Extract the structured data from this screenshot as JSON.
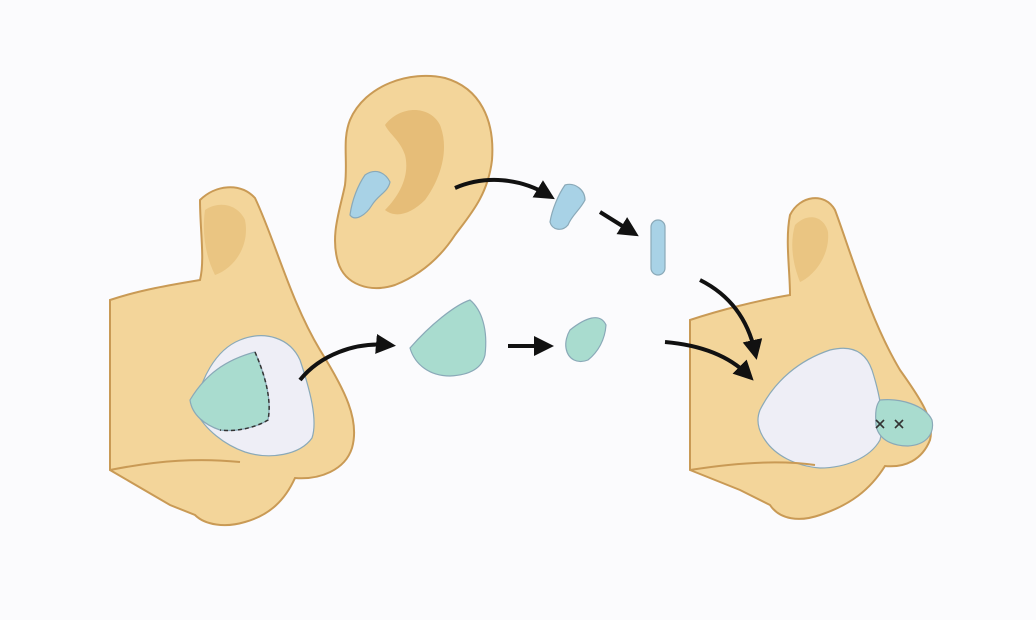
{
  "diagram": {
    "title": "",
    "colors": {
      "background": "#fbfbfd",
      "skin": "#f3d59a",
      "skin_shadow": "#e6bd78",
      "skin_outline": "#c99a55",
      "cartilage_blue": "#a8d2e6",
      "cartilage_green": "#a9dccf",
      "implant_white": "#eeeef6",
      "arrow": "#111111",
      "suture": "#333333"
    },
    "elements": [
      {
        "id": "nose-before",
        "icon": "nose-profile-icon"
      },
      {
        "id": "ear",
        "icon": "ear-icon"
      },
      {
        "id": "ear-cartilage-graft",
        "icon": "cartilage-piece-icon"
      },
      {
        "id": "septal-cartilage-graft",
        "icon": "cartilage-piece-icon"
      },
      {
        "id": "nose-after",
        "icon": "nose-profile-icon"
      },
      {
        "id": "suture-marks",
        "icon": "suture-cross-icon",
        "count": 2
      }
    ],
    "arrows": 6
  }
}
